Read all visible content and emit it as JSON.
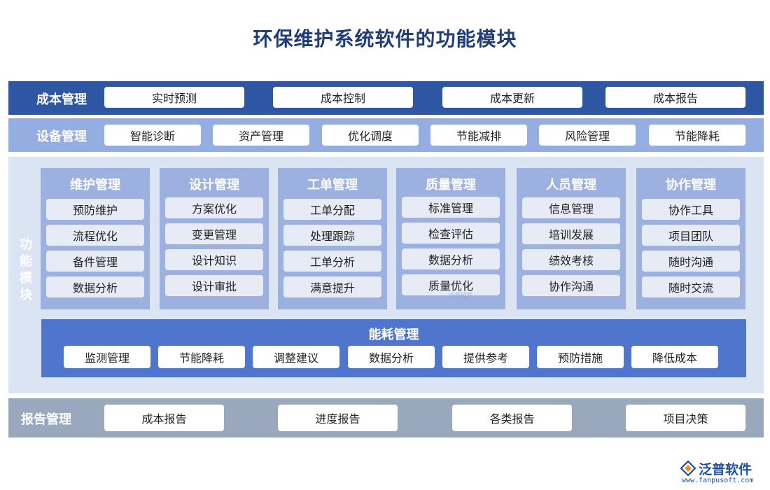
{
  "title": "环保维护系统软件的功能模块",
  "cost": {
    "label": "成本管理",
    "items": [
      "实时预测",
      "成本控制",
      "成本更新",
      "成本报告"
    ]
  },
  "equipment": {
    "label": "设备管理",
    "items": [
      "智能诊断",
      "资产管理",
      "优化调度",
      "节能减排",
      "风险管理",
      "节能降耗"
    ]
  },
  "functions": {
    "label": "功能模块",
    "modules": [
      {
        "title": "维护管理",
        "items": [
          "预防维护",
          "流程优化",
          "备件管理",
          "数据分析"
        ]
      },
      {
        "title": "设计管理",
        "items": [
          "方案优化",
          "变更管理",
          "设计知识",
          "设计审批"
        ]
      },
      {
        "title": "工单管理",
        "items": [
          "工单分配",
          "处理跟踪",
          "工单分析",
          "满意提升"
        ]
      },
      {
        "title": "质量管理",
        "items": [
          "标准管理",
          "检查评估",
          "数据分析",
          "质量优化"
        ]
      },
      {
        "title": "人员管理",
        "items": [
          "信息管理",
          "培训发展",
          "绩效考核",
          "协作沟通"
        ]
      },
      {
        "title": "协作管理",
        "items": [
          "协作工具",
          "项目团队",
          "随时沟通",
          "随时交流"
        ]
      }
    ],
    "energy": {
      "title": "能耗管理",
      "items": [
        "监测管理",
        "节能降耗",
        "调整建议",
        "数据分析",
        "提供参考",
        "预防措施",
        "降低成本"
      ]
    }
  },
  "report": {
    "label": "报告管理",
    "items": [
      "成本报告",
      "进度报告",
      "各类报告",
      "项目决策"
    ]
  },
  "watermark": "泛普软件",
  "logo": {
    "name": "泛普软件",
    "url": "www.fanpusoft.com",
    "color": "#1d4ea0"
  },
  "colors": {
    "title": "#1f3e78",
    "cost_band": "#2e56a3",
    "equipment_band": "#94aee1",
    "function_band": "#dbe4f3",
    "module_card": "#9cb1df",
    "energy_band": "#4f76cc",
    "report_band": "#9aa8bd"
  }
}
